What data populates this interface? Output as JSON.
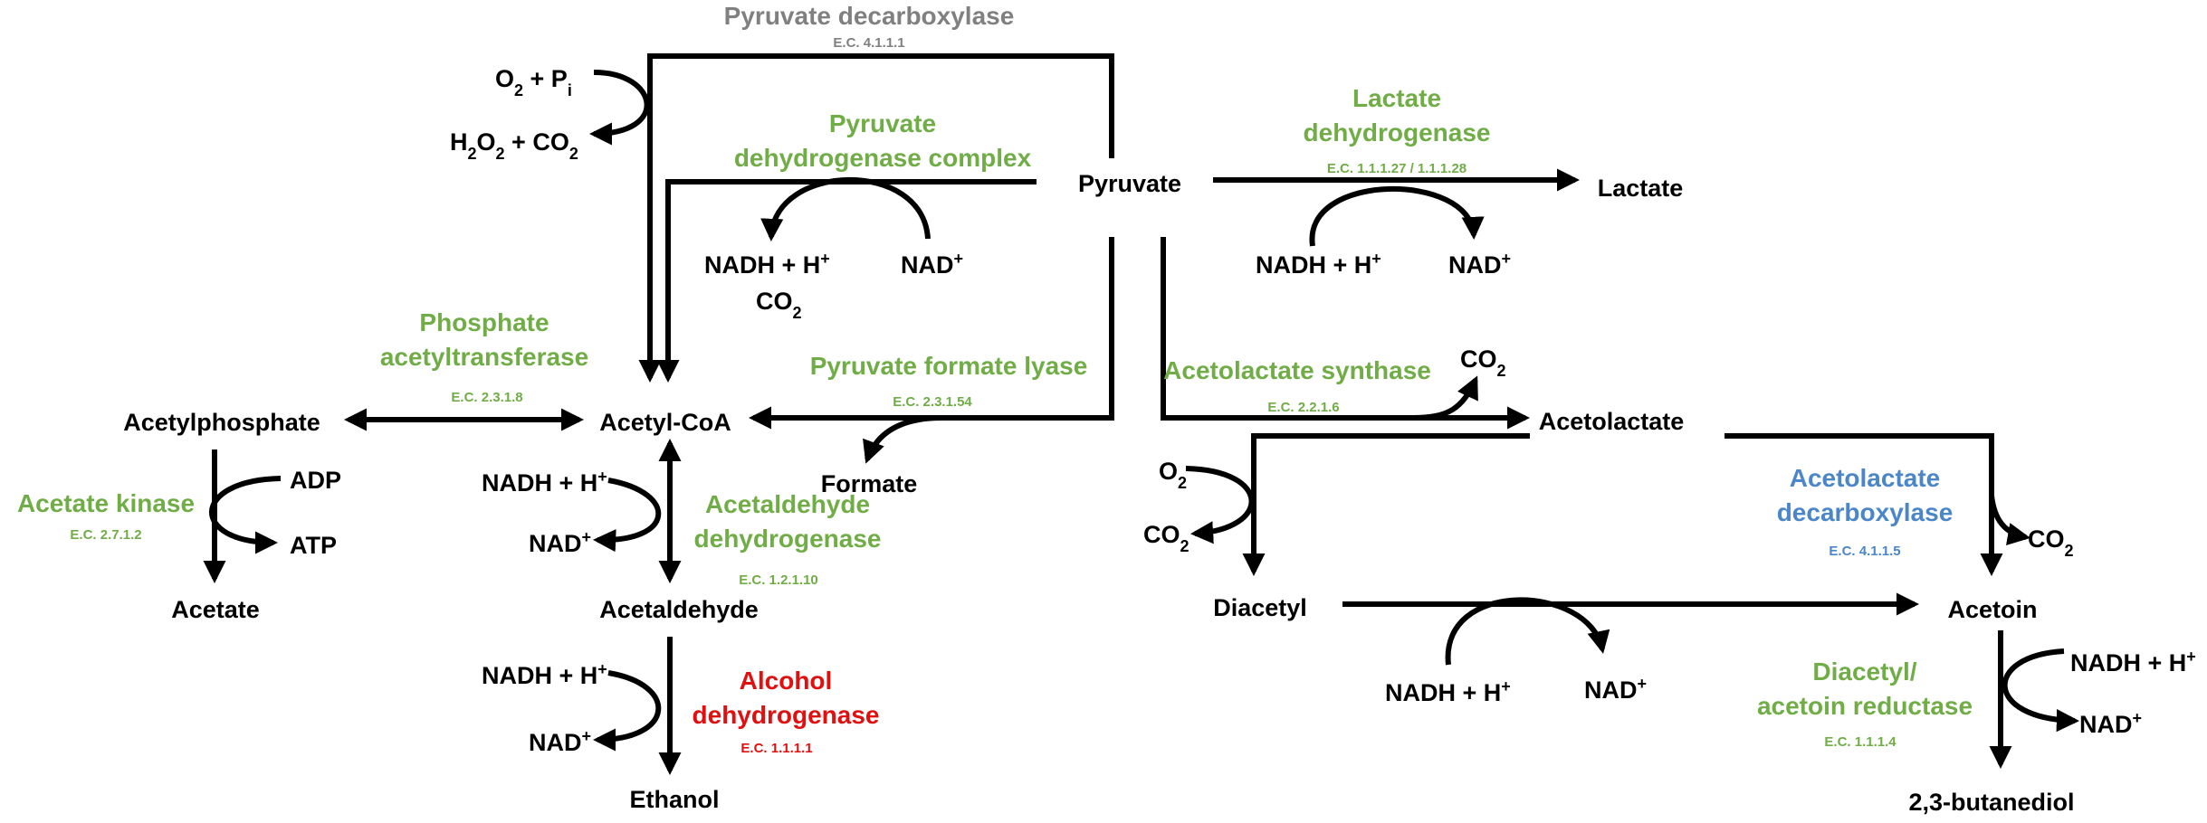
{
  "colors": {
    "green": "#70AD47",
    "gray": "#808080",
    "blue": "#4A86C8",
    "red": "#E01010",
    "black": "#000000"
  },
  "metabolites": {
    "pyruvate": "Pyruvate",
    "lactate": "Lactate",
    "acetyl_coa": "Acetyl-CoA",
    "acetylphosphate": "Acetylphosphate",
    "acetate": "Acetate",
    "formate": "Formate",
    "acetaldehyde": "Acetaldehyde",
    "ethanol": "Ethanol",
    "acetolactate": "Acetolactate",
    "diacetyl": "Diacetyl",
    "acetoin": "Acetoin",
    "butanediol": "2,3-butanediol"
  },
  "cofactors": {
    "o2_pi": {
      "a": "O",
      "a_sub": "2",
      "b": " + P",
      "b_sub": "i"
    },
    "h2o2_co2": {
      "a": "H",
      "a_sub": "2",
      "b": "O",
      "b_sub": "2",
      "c": " + CO",
      "c_sub": "2"
    },
    "nadh_pdh": {
      "text": "NADH + H",
      "sup": "+"
    },
    "co2_pdh": {
      "text": "CO",
      "sub": "2"
    },
    "nad_pdh": {
      "text": "NAD",
      "sup": "+"
    },
    "nadh_ldh": {
      "text": "NADH + H",
      "sup": "+"
    },
    "nad_ldh": {
      "text": "NAD",
      "sup": "+"
    },
    "adp": "ADP",
    "atp": "ATP",
    "nadh_aldh": {
      "text": "NADH + H",
      "sup": "+"
    },
    "nad_aldh": {
      "text": "NAD",
      "sup": "+"
    },
    "nadh_adh": {
      "text": "NADH + H",
      "sup": "+"
    },
    "nad_adh": {
      "text": "NAD",
      "sup": "+"
    },
    "co2_als": {
      "text": "CO",
      "sub": "2"
    },
    "o2_diacetyl": {
      "text": "O",
      "sub": "2"
    },
    "co2_diacetyl": {
      "text": "CO",
      "sub": "2"
    },
    "nadh_diacetyl": {
      "text": "NADH + H",
      "sup": "+"
    },
    "nad_diacetyl": {
      "text": "NAD",
      "sup": "+"
    },
    "co2_ald": {
      "text": "CO",
      "sub": "2"
    },
    "nadh_bdh": {
      "text": "NADH + H",
      "sup": "+"
    },
    "nad_bdh": {
      "text": "NAD",
      "sup": "+"
    }
  },
  "enzymes": {
    "pyruvate_decarboxylase": {
      "lines": [
        "Pyruvate decarboxylase"
      ],
      "ec": "E.C. 4.1.1.1",
      "color": "#808080"
    },
    "pdh_complex": {
      "lines": [
        "Pyruvate",
        "dehydrogenase complex"
      ],
      "ec": "",
      "color": "#70AD47"
    },
    "ldh": {
      "lines": [
        "Lactate",
        "dehydrogenase"
      ],
      "ec": "E.C. 1.1.1.27 / 1.1.1.28",
      "color": "#70AD47"
    },
    "pta": {
      "lines": [
        "Phosphate",
        "acetyltransferase"
      ],
      "ec": "E.C. 2.3.1.8",
      "color": "#70AD47"
    },
    "pfl": {
      "lines": [
        "Pyruvate formate lyase"
      ],
      "ec": "E.C. 2.3.1.54",
      "color": "#70AD47"
    },
    "als": {
      "lines": [
        "Acetolactate synthase"
      ],
      "ec": "E.C. 2.2.1.6",
      "color": "#70AD47"
    },
    "ack": {
      "lines": [
        "Acetate kinase"
      ],
      "ec": "E.C. 2.7.1.2",
      "color": "#70AD47"
    },
    "aldh": {
      "lines": [
        "Acetaldehyde",
        "dehydrogenase"
      ],
      "ec": "E.C. 1.2.1.10",
      "color": "#70AD47"
    },
    "adh": {
      "lines": [
        "Alcohol",
        "dehydrogenase"
      ],
      "ec": "E.C. 1.1.1.1",
      "color": "#E01010"
    },
    "ald": {
      "lines": [
        "Acetolactate",
        "decarboxylase"
      ],
      "ec": "E.C. 4.1.1.5",
      "color": "#4A86C8"
    },
    "bdh": {
      "lines": [
        "Diacetyl/",
        "acetoin reductase"
      ],
      "ec": "E.C. 1.1.1.4",
      "color": "#70AD47"
    }
  }
}
